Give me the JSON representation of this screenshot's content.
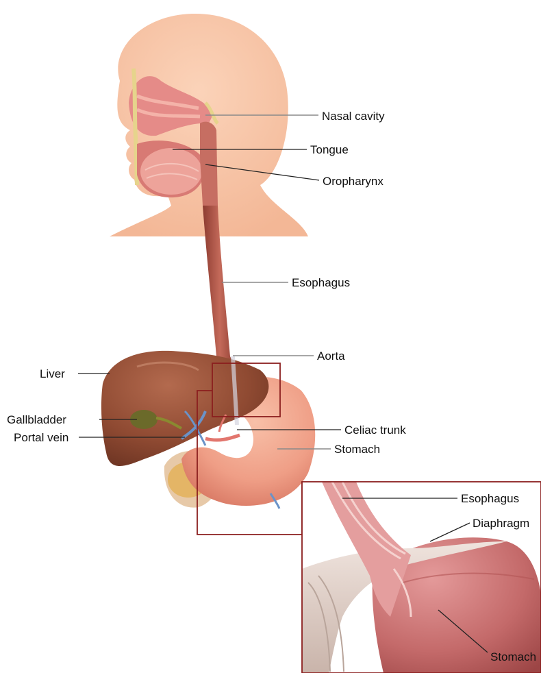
{
  "main_labels": {
    "nasal_cavity": "Nasal cavity",
    "tongue": "Tongue",
    "oropharynx": "Oropharynx",
    "esophagus": "Esophagus",
    "aorta": "Aorta",
    "liver": "Liver",
    "gallbladder": "Gallbladder",
    "portal_vein": "Portal vein",
    "celiac_trunk": "Celiac trunk",
    "stomach": "Stomach"
  },
  "inset_labels": {
    "esophagus": "Esophagus",
    "diaphragm": "Diaphragm",
    "stomach": "Stomach"
  },
  "colors": {
    "skin": "#f7c4a6",
    "tissue_pink": "#e79a92",
    "esophagus": "#b4584a",
    "liver": "#8f4a32",
    "stomach": "#ef9e86",
    "gallbladder": "#6b6a2a",
    "vein_blue": "#6a93c8",
    "inset_frame": "#8b1e1e"
  }
}
